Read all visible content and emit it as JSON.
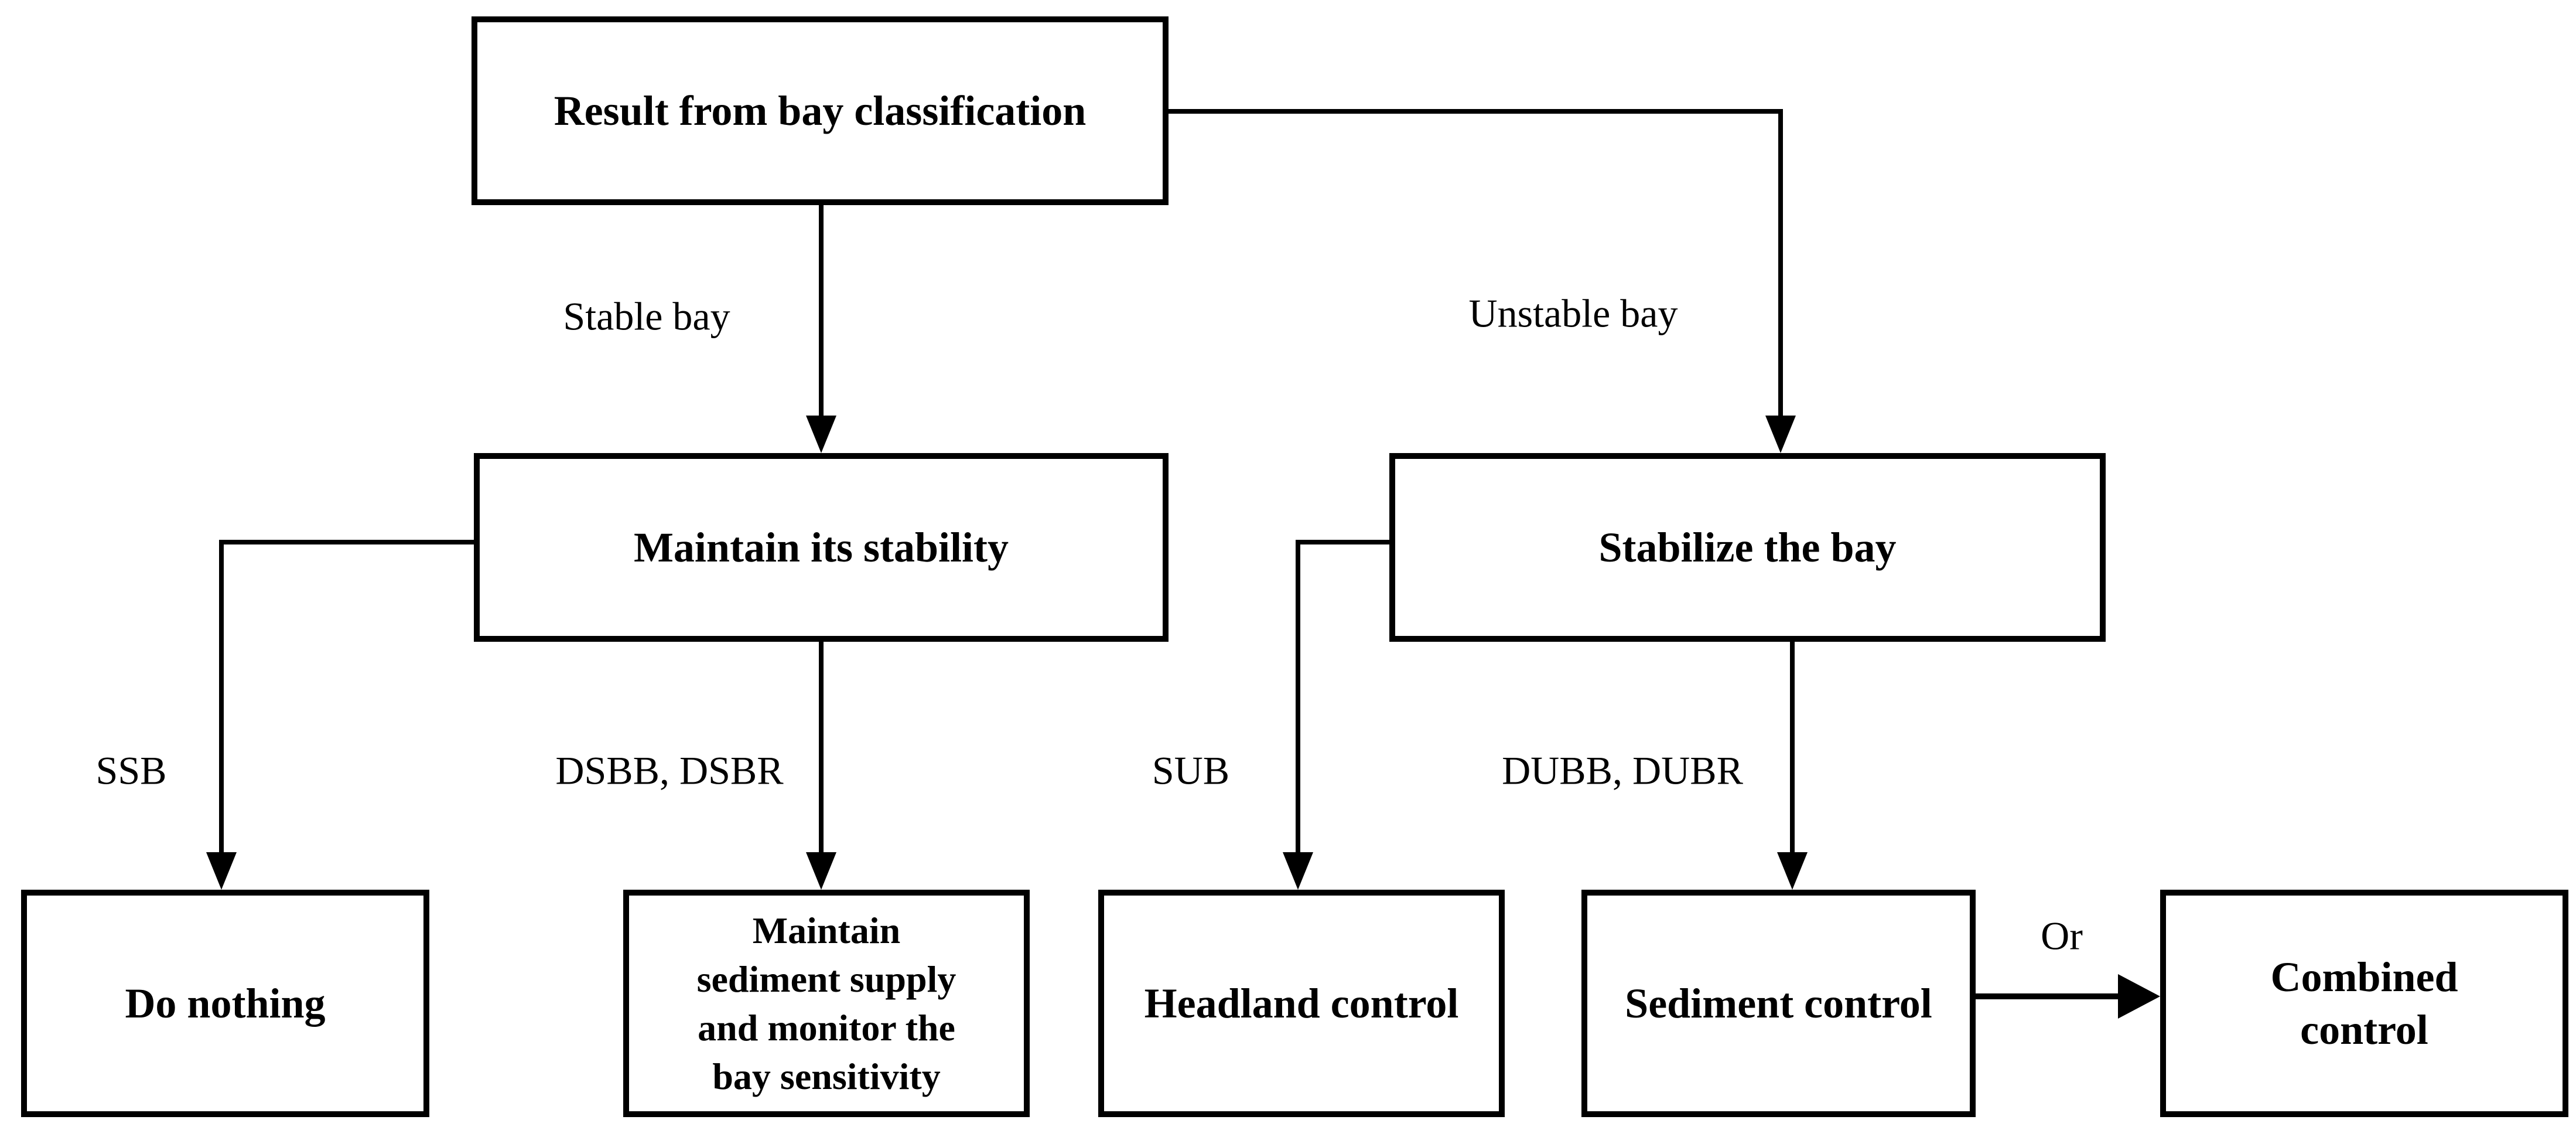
{
  "diagram": {
    "title": "Bay classification decision flowchart",
    "colors": {
      "line": "#000000",
      "text": "#000000",
      "background": "#ffffff"
    },
    "nodes": {
      "result": {
        "label": "Result from bay classification"
      },
      "maintain_stability": {
        "label": "Maintain its stability"
      },
      "stabilize": {
        "label": "Stabilize the bay"
      },
      "do_nothing": {
        "label": "Do nothing"
      },
      "maintain_sediment": {
        "label": "Maintain\nsediment supply\nand monitor the\nbay sensitivity"
      },
      "headland": {
        "label": "Headland control"
      },
      "sediment": {
        "label": "Sediment control"
      },
      "combined": {
        "label": "Combined\ncontrol"
      }
    },
    "edge_labels": {
      "stable": "Stable bay",
      "unstable": "Unstable bay",
      "ssb": "SSB",
      "dsbb_dsbr": "DSBB, DSBR",
      "sub": "SUB",
      "dubb_dubr": "DUBB, DUBR",
      "or": "Or"
    }
  }
}
